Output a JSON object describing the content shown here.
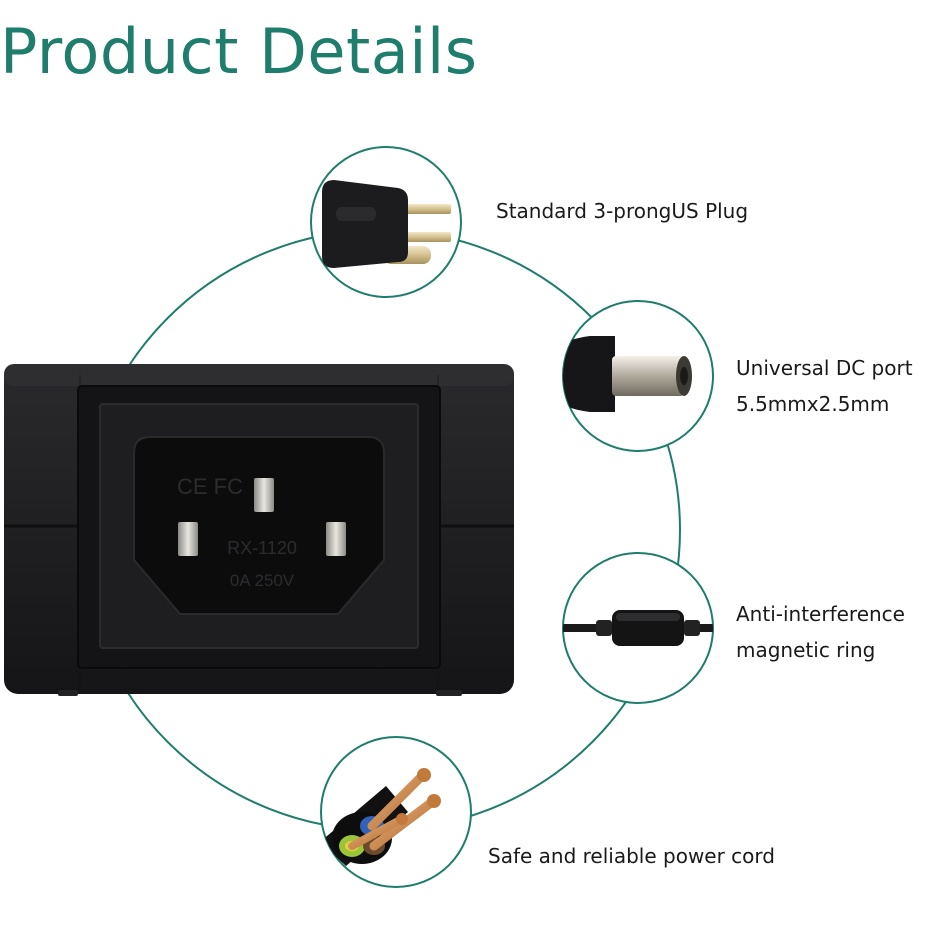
{
  "title": "Product Details",
  "features": [
    {
      "id": "plug",
      "lines": [
        "Standard 3-prongUS Plug"
      ],
      "icon": "us-plug-icon"
    },
    {
      "id": "dc-port",
      "lines": [
        "Universal DC port",
        "5.5mmx2.5mm"
      ],
      "icon": "dc-barrel-jack-icon"
    },
    {
      "id": "ferrite",
      "lines": [
        "Anti-interference",
        "magnetic ring"
      ],
      "icon": "ferrite-bead-cable-icon"
    },
    {
      "id": "cord",
      "lines": [
        "Safe and reliable power cord"
      ],
      "icon": "power-cord-wires-icon"
    }
  ],
  "adapter": {
    "label_model": "RX-1120",
    "label_rating": "0A 250V",
    "marks": "CE FC"
  },
  "colors": {
    "accent": "#1e7d6b",
    "body": "#1b1b1d",
    "text": "#1a1a1a"
  }
}
